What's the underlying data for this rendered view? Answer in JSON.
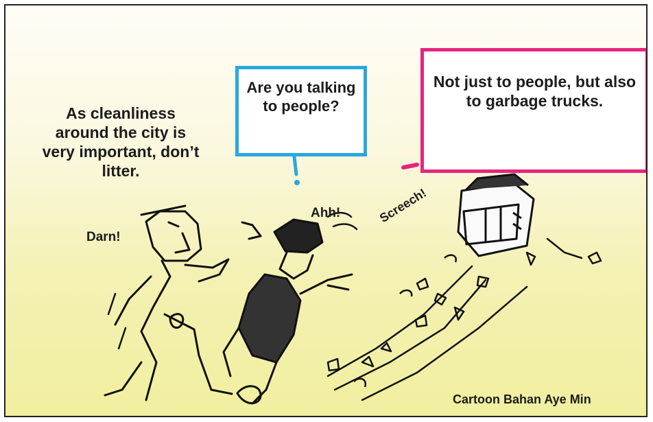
{
  "caption": "As cleanliness around the city is very important, don’t litter.",
  "bubble_question": "Are you talking to people?",
  "bubble_answer": "Not just to people, but also to garbage trucks.",
  "sound_effects": {
    "darn": "Darn!",
    "ahh": "Ahh!",
    "screech": "Screech!"
  },
  "credit": "Cartoon Bahan Aye Min",
  "colors": {
    "question_border": "#29a8df",
    "answer_border": "#e5257f",
    "background_bottom": "#f1ef9f"
  }
}
